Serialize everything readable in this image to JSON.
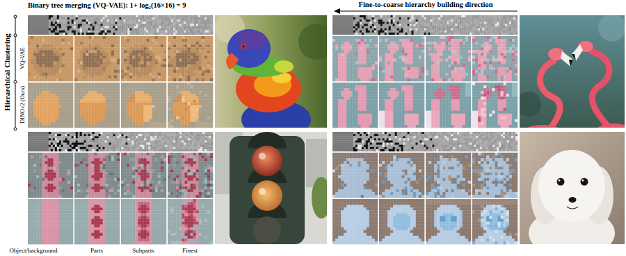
{
  "diagram": {
    "labels": [
      "Binary tree merging (VQ-VAE): 1+ log₂(16×16) = 9",
      "Fine-to-coarse hierarchy building direction",
      "Hierarchical Clustering",
      "VQ-VAE",
      "DINOv2 (Ours)",
      "Object/background",
      "Parts",
      "Subparts",
      "Finest"
    ]
  }
}
